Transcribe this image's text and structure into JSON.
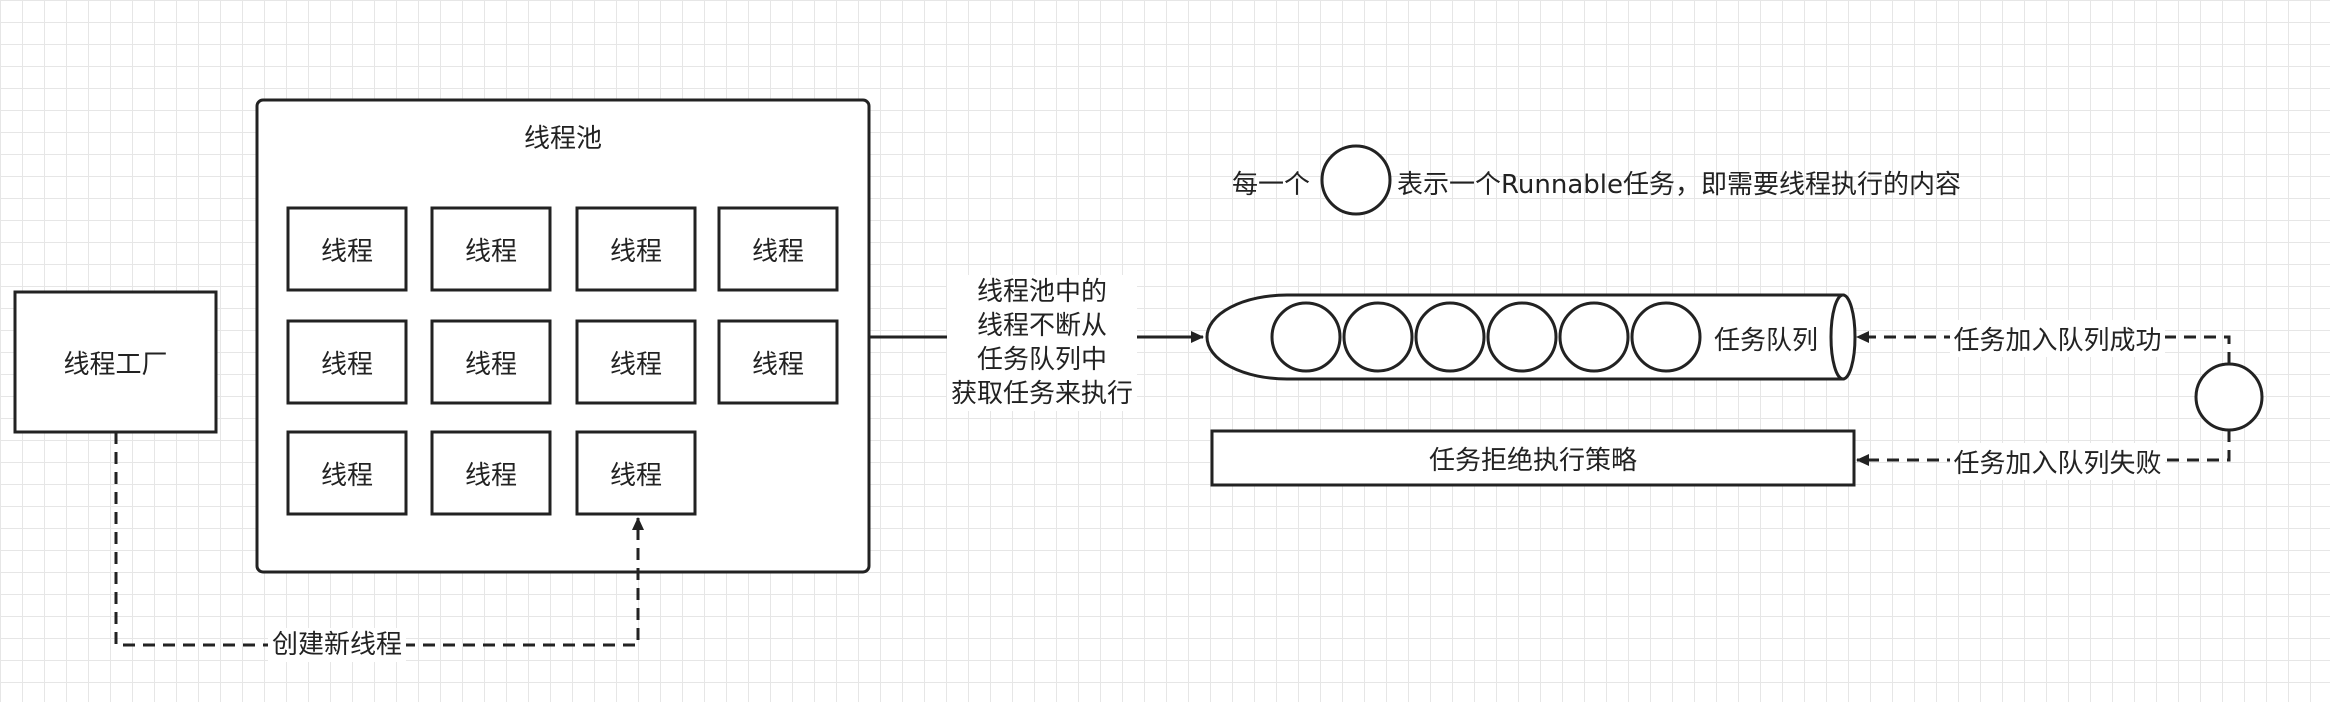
{
  "pool": {
    "title": "线程池"
  },
  "threads": [
    "线程",
    "线程",
    "线程",
    "线程",
    "线程",
    "线程",
    "线程",
    "线程",
    "线程",
    "线程",
    "线程"
  ],
  "factory": {
    "label": "线程工厂"
  },
  "create_label": "创建新线程",
  "fetch_label": [
    "线程池中的",
    "线程不断从",
    "任务队列中",
    "获取任务来执行"
  ],
  "legend": {
    "prefix": "每一个",
    "suffix": "表示一个Runnable任务，即需要线程执行的内容"
  },
  "queue": {
    "label": "任务队列"
  },
  "reject": {
    "label": "任务拒绝执行策略"
  },
  "success_label": "任务加入队列成功",
  "fail_label": "任务加入队列失败"
}
